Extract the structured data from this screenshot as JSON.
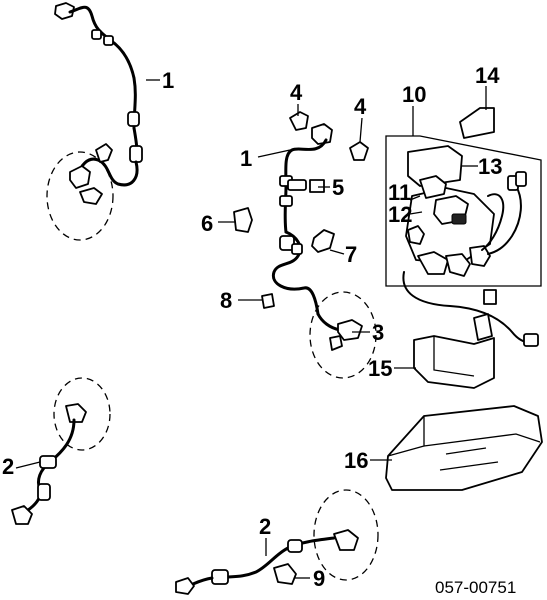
{
  "diagram": {
    "callouts": {
      "c1_top": "1",
      "c1_mid": "1",
      "c2_left": "2",
      "c2_bottom": "2",
      "c3": "3",
      "c4_a": "4",
      "c4_b": "4",
      "c5": "5",
      "c6": "6",
      "c7": "7",
      "c8": "8",
      "c9": "9",
      "c10": "10",
      "c11": "11",
      "c12": "12",
      "c13": "13",
      "c14": "14",
      "c15": "15",
      "c16": "16"
    },
    "diagram_code": "057-00751"
  },
  "colors": {
    "line": "#000000",
    "background": "#ffffff"
  }
}
